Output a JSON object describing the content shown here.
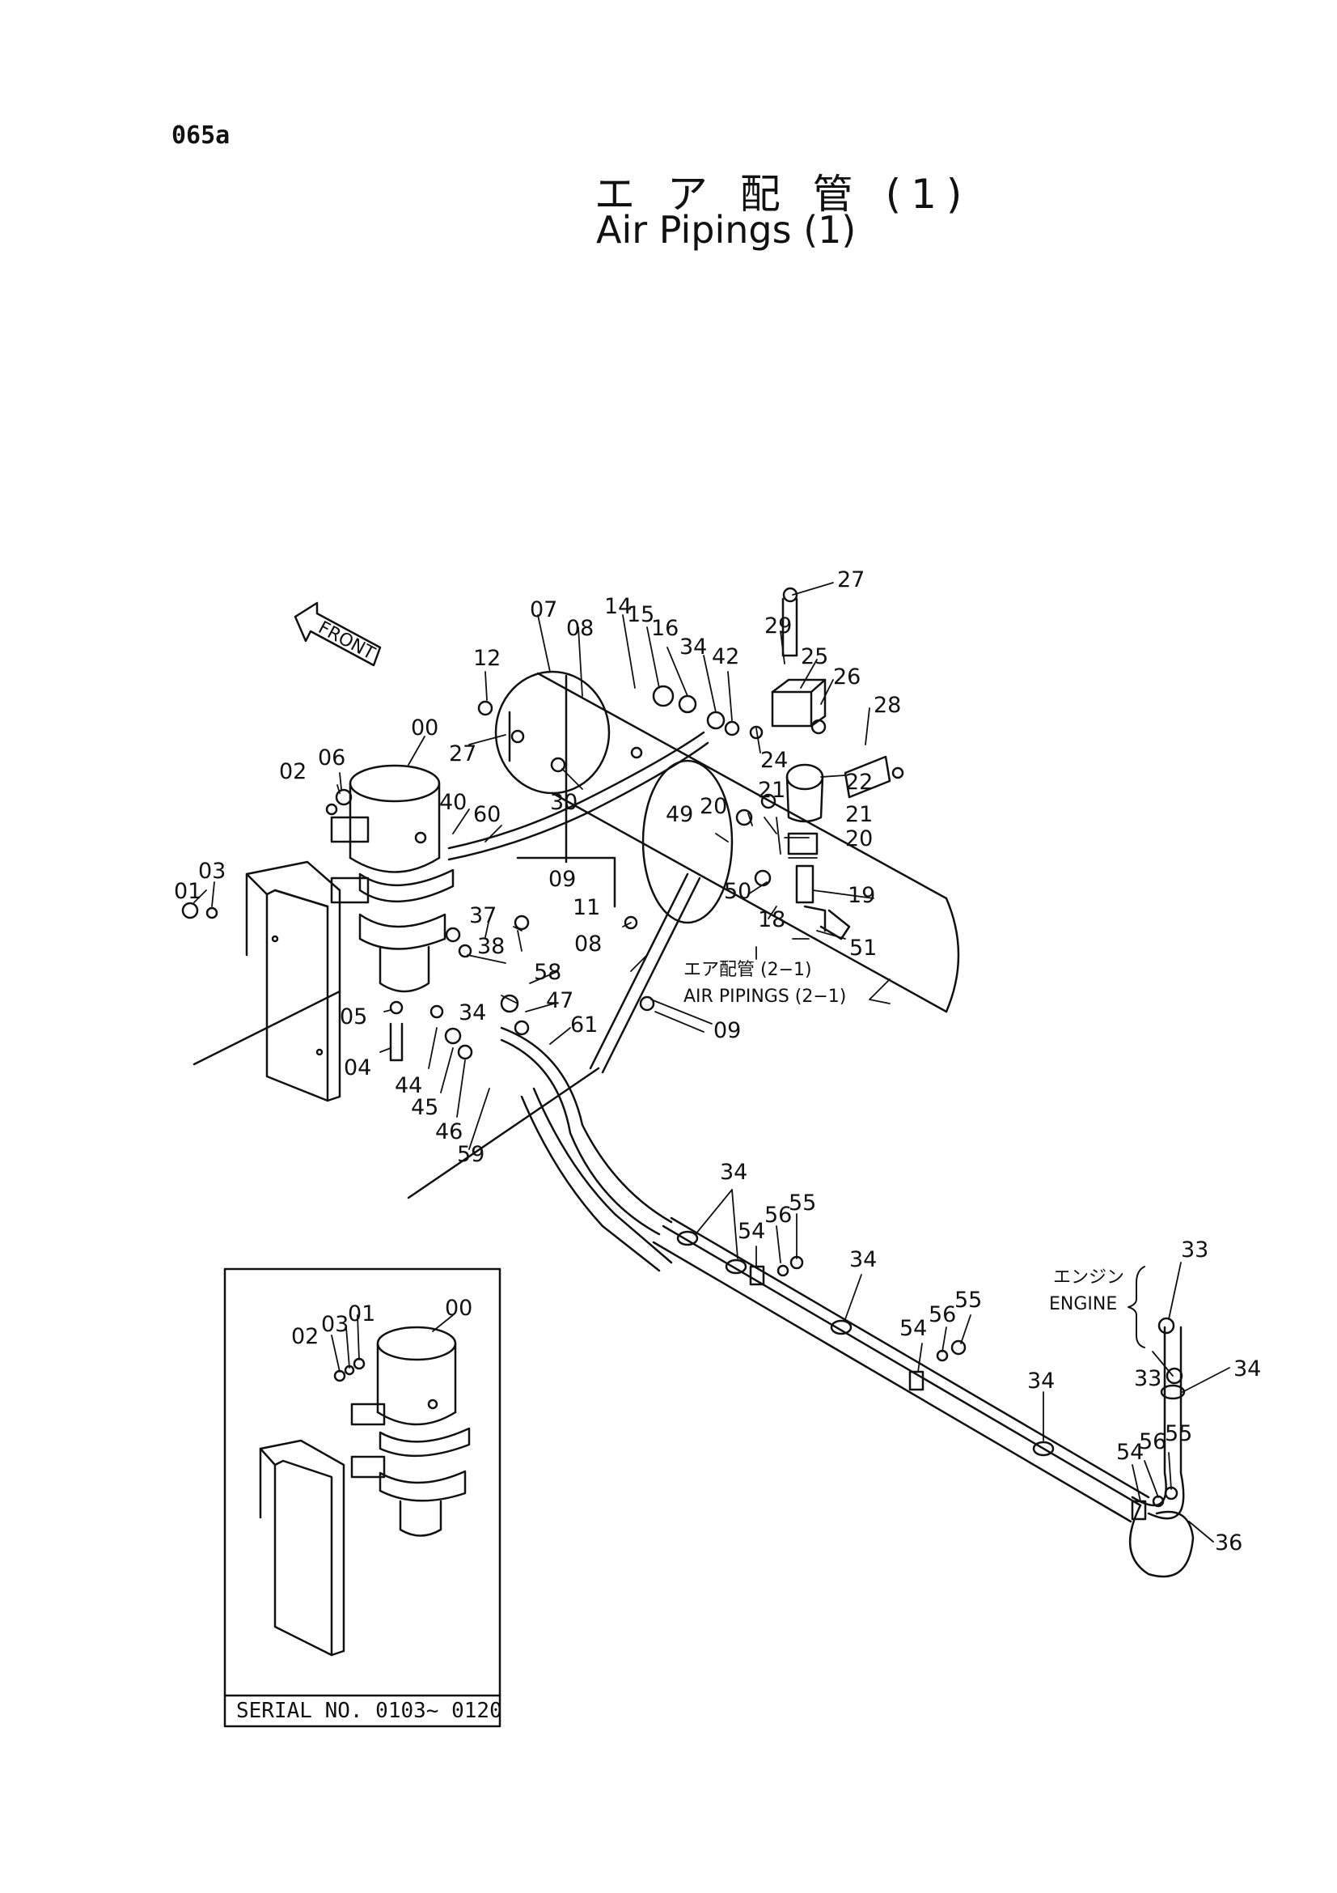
{
  "page_code": "065a",
  "title": {
    "jp": "エ ア 配 管 (1)",
    "en": "Air Pipings (1)"
  },
  "front_label": "FRONT",
  "reference": {
    "jp": "エア配管 (2−1)",
    "en": "AIR PIPINGS (2−1)"
  },
  "engine_label": {
    "jp": "エンジン",
    "en": "ENGINE"
  },
  "inset_serial": "SERIAL NO. 0103~ 0120",
  "part_numbers": [
    "00",
    "01",
    "02",
    "03",
    "04",
    "05",
    "06",
    "07",
    "08",
    "09",
    "11",
    "12",
    "14",
    "15",
    "16",
    "18",
    "19",
    "20",
    "21",
    "22",
    "24",
    "25",
    "26",
    "27",
    "28",
    "29",
    "30",
    "33",
    "34",
    "36",
    "37",
    "38",
    "40",
    "42",
    "44",
    "45",
    "46",
    "47",
    "49",
    "50",
    "51",
    "54",
    "55",
    "56",
    "58",
    "59",
    "60",
    "61"
  ],
  "callouts": [
    {
      "text": "27"
    },
    {
      "text": "29"
    },
    {
      "text": "25"
    },
    {
      "text": "26"
    },
    {
      "text": "28"
    },
    {
      "text": "07"
    },
    {
      "text": "08"
    },
    {
      "text": "14"
    },
    {
      "text": "15"
    },
    {
      "text": "16"
    },
    {
      "text": "34"
    },
    {
      "text": "42"
    },
    {
      "text": "24"
    },
    {
      "text": "22"
    },
    {
      "text": "12"
    },
    {
      "text": "27"
    },
    {
      "text": "30"
    },
    {
      "text": "00"
    },
    {
      "text": "02"
    },
    {
      "text": "06"
    },
    {
      "text": "40"
    },
    {
      "text": "60"
    },
    {
      "text": "01"
    },
    {
      "text": "03"
    },
    {
      "text": "21"
    },
    {
      "text": "20"
    },
    {
      "text": "49"
    },
    {
      "text": "21"
    },
    {
      "text": "20"
    },
    {
      "text": "50"
    },
    {
      "text": "19"
    },
    {
      "text": "18"
    },
    {
      "text": "51"
    },
    {
      "text": "09"
    },
    {
      "text": "11"
    },
    {
      "text": "08"
    },
    {
      "text": "37"
    },
    {
      "text": "38"
    },
    {
      "text": "58"
    },
    {
      "text": "47"
    },
    {
      "text": "34"
    },
    {
      "text": "05"
    },
    {
      "text": "04"
    },
    {
      "text": "44"
    },
    {
      "text": "45"
    },
    {
      "text": "46"
    },
    {
      "text": "59"
    },
    {
      "text": "61"
    },
    {
      "text": "09"
    },
    {
      "text": "34"
    },
    {
      "text": "54"
    },
    {
      "text": "56"
    },
    {
      "text": "55"
    },
    {
      "text": "34"
    },
    {
      "text": "54"
    },
    {
      "text": "56"
    },
    {
      "text": "55"
    },
    {
      "text": "34"
    },
    {
      "text": "33"
    },
    {
      "text": "33"
    },
    {
      "text": "34"
    },
    {
      "text": "54"
    },
    {
      "text": "56"
    },
    {
      "text": "55"
    },
    {
      "text": "36"
    },
    {
      "text": "00"
    },
    {
      "text": "02"
    },
    {
      "text": "03"
    },
    {
      "text": "01"
    }
  ]
}
